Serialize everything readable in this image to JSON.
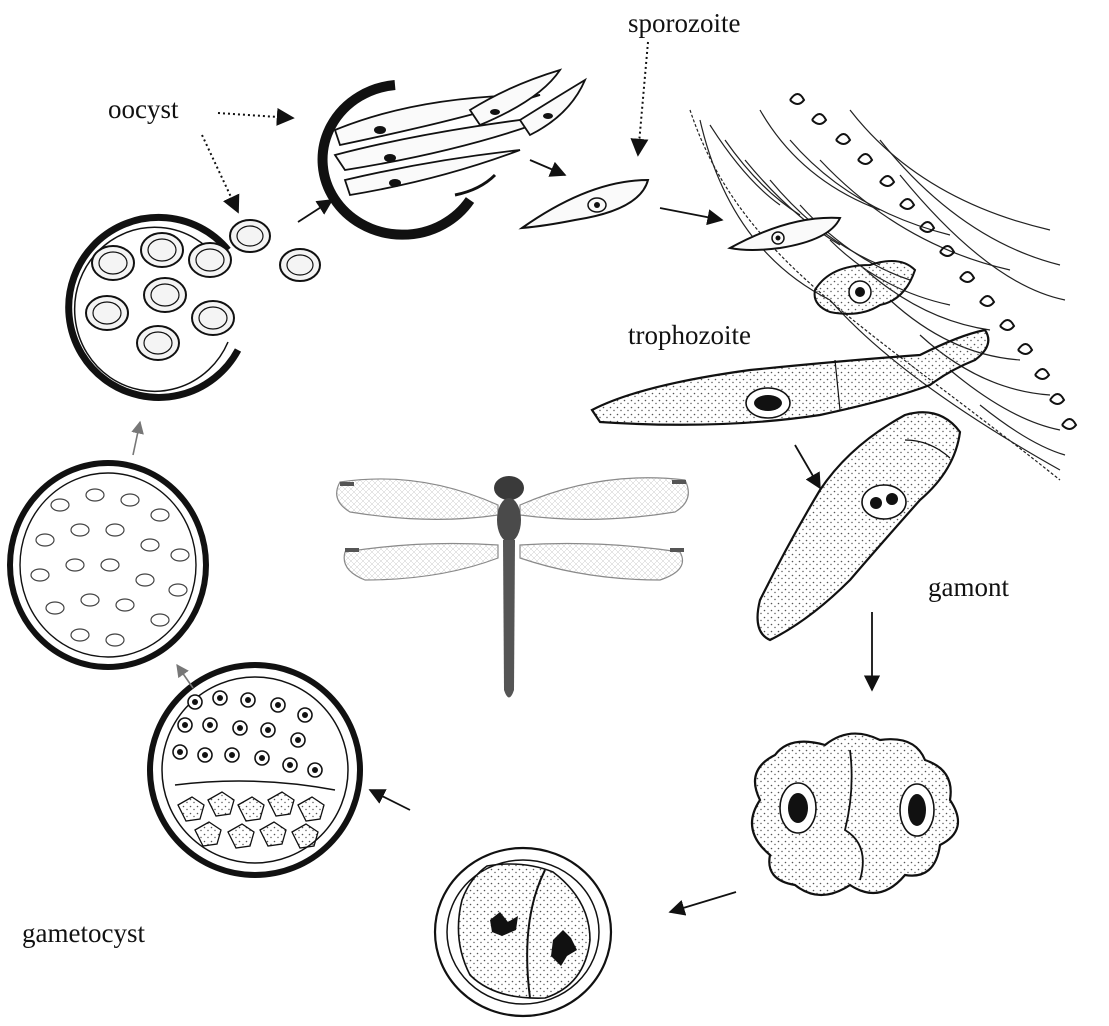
{
  "labels": {
    "oocyst": "oocyst",
    "sporozoite": "sporozoite",
    "trophozoite": "trophozoite",
    "gamont": "gamont",
    "gametocyst": "gametocyst"
  },
  "colors": {
    "ink": "#111111",
    "background": "#ffffff",
    "stipple": "#555555",
    "wing": "#d9d9d9"
  }
}
